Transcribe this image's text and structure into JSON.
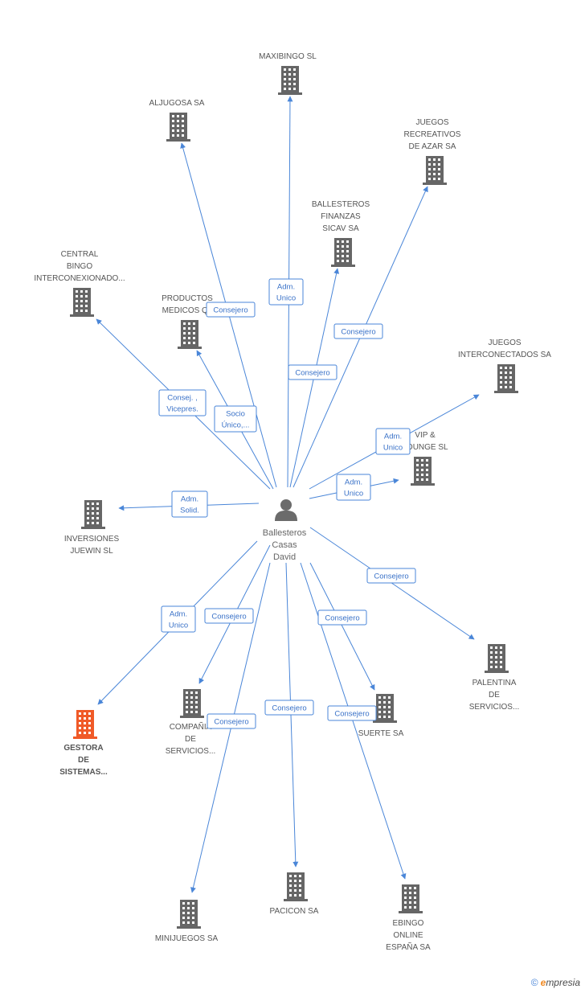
{
  "center": {
    "name_lines": [
      "Ballesteros",
      "Casas",
      "David"
    ]
  },
  "colors": {
    "edge": "#4a86d8",
    "building": "#666666",
    "active_building": "#f05a28"
  },
  "companies": [
    {
      "id": "maxibingo",
      "lines": [
        "MAXIBINGO  SL"
      ]
    },
    {
      "id": "aljugosa",
      "lines": [
        "ALJUGOSA SA"
      ]
    },
    {
      "id": "juegos-recreativos",
      "lines": [
        "JUEGOS",
        "RECREATIVOS",
        "DE AZAR SA"
      ]
    },
    {
      "id": "ballesteros-finanzas",
      "lines": [
        "BALLESTEROS",
        "FINANZAS",
        "SICAV SA"
      ]
    },
    {
      "id": "central-bingo",
      "lines": [
        "CENTRAL",
        "BINGO",
        "INTERCONEXIONADO..."
      ]
    },
    {
      "id": "productos-medicos",
      "lines": [
        "PRODUCTOS",
        "MEDICOS Q8"
      ]
    },
    {
      "id": "juegos-interconectados",
      "lines": [
        "JUEGOS",
        "INTERCONECTADOS SA"
      ]
    },
    {
      "id": "vip-lounge",
      "lines": [
        "VIP &",
        "LOUNGE SL"
      ]
    },
    {
      "id": "inversiones-juewin",
      "lines": [
        "INVERSIONES",
        "JUEWIN  SL"
      ]
    },
    {
      "id": "gestora",
      "lines": [
        "GESTORA",
        "DE",
        "SISTEMAS..."
      ],
      "active": true
    },
    {
      "id": "compania",
      "lines": [
        "COMPAÑIA",
        "DE",
        "SERVICIOS..."
      ]
    },
    {
      "id": "palentina",
      "lines": [
        "PALENTINA",
        "DE",
        "SERVICIOS..."
      ]
    },
    {
      "id": "suerte",
      "lines": [
        "SUERTE SA"
      ]
    },
    {
      "id": "minijuegos",
      "lines": [
        "MINIJUEGOS SA"
      ]
    },
    {
      "id": "pacicon",
      "lines": [
        "PACICON SA"
      ]
    },
    {
      "id": "ebingo",
      "lines": [
        "EBINGO",
        "ONLINE",
        "ESPAÑA SA"
      ]
    }
  ],
  "relations": [
    {
      "to": "maxibingo",
      "lines": [
        "Adm.",
        "Unico"
      ]
    },
    {
      "to": "aljugosa",
      "lines": [
        "Consejero"
      ]
    },
    {
      "to": "juegos-recreativos",
      "lines": [
        "Consejero"
      ]
    },
    {
      "to": "ballesteros-finanzas",
      "lines": [
        "Consejero"
      ]
    },
    {
      "to": "central-bingo",
      "lines": [
        "Consej. ,",
        "Vicepres."
      ]
    },
    {
      "to": "productos-medicos",
      "lines": [
        "Socio",
        "Único,..."
      ]
    },
    {
      "to": "juegos-interconectados",
      "lines": [
        "Adm.",
        "Unico"
      ]
    },
    {
      "to": "vip-lounge",
      "lines": [
        "Adm.",
        "Unico"
      ]
    },
    {
      "to": "inversiones-juewin",
      "lines": [
        "Adm.",
        "Solid."
      ]
    },
    {
      "to": "gestora",
      "lines": [
        "Adm.",
        "Unico"
      ]
    },
    {
      "to": "compania",
      "lines": [
        "Consejero"
      ]
    },
    {
      "to": "palentina",
      "lines": [
        "Consejero"
      ]
    },
    {
      "to": "suerte",
      "lines": [
        "Consejero"
      ]
    },
    {
      "to": "minijuegos",
      "lines": [
        "Consejero"
      ]
    },
    {
      "to": "pacicon",
      "lines": [
        "Consejero"
      ]
    },
    {
      "to": "ebingo",
      "lines": [
        "Consejero"
      ]
    }
  ],
  "footer": {
    "copyright": "©",
    "brand_initial": "e",
    "brand_rest": "mpresia"
  }
}
